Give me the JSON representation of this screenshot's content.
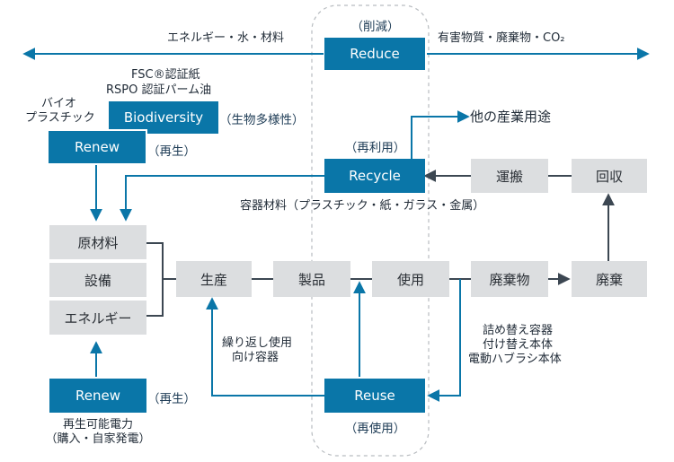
{
  "top": {
    "reduce_paren": "（削減）",
    "reduce": "Reduce",
    "left_label": "エネルギー・水・材料",
    "right_label": "有害物質・廃棄物・CO₂"
  },
  "upper_left": {
    "bio_label_line1": "バイオ",
    "bio_label_line2": "プラスチック",
    "fsc_line1": "FSC®認証紙",
    "fsc_line2": "RSPO 認証パーム油",
    "biodiversity": "Biodiversity",
    "biodiversity_paren": "（生物多様性）",
    "renew": "Renew",
    "renew_paren": "（再生）"
  },
  "recycle": {
    "other_use": "他の産業用途",
    "paren": "（再利用）",
    "label": "Recycle",
    "materials": "容器材料（プラスチック・紙・ガラス・金属）",
    "transport": "運搬",
    "collect": "回収"
  },
  "inputs": {
    "raw": "原材料",
    "equipment": "設備",
    "energy": "エネルギー"
  },
  "flow": {
    "production": "生産",
    "product": "製品",
    "use": "使用",
    "waste": "廃棄物",
    "disposal": "廃棄"
  },
  "reuse": {
    "repeat_line1": "繰り返し使用",
    "repeat_line2": "向け容器",
    "refill_line1": "詰め替え容器",
    "refill_line2": "付け替え本体",
    "refill_line3": "電動ハブラシ本体",
    "label": "Reuse",
    "paren": "（再使用）"
  },
  "lower_left": {
    "renew": "Renew",
    "renew_paren": "（再生）",
    "power_line1": "再生可能電力",
    "power_line2": "（購入・自家発電）"
  },
  "colors": {
    "blue": "#0a76a8",
    "gray_box": "#dcdee0",
    "arrow_dark": "#3c4752",
    "dashed": "#b8bcc0"
  }
}
